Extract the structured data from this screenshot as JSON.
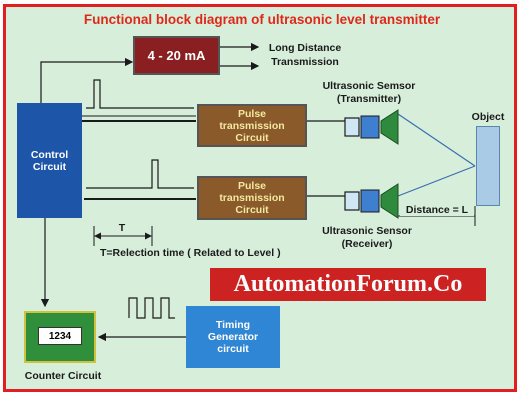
{
  "title": "Functional block diagram of ultrasonic level transmitter",
  "blocks": {
    "current_loop": "4 - 20 mA",
    "control_circuit": "Control Circuit",
    "pulse_tx": "Pulse transmission Circuit",
    "pulse_rx": "Pulse transmission Circuit",
    "timing_generator": "Timing Generator circuit",
    "counter_display": "1234",
    "counter_label": "Counter Circuit",
    "object": "Object"
  },
  "labels": {
    "long_distance": "Long Distance",
    "transmission": "Transmission",
    "sensor_tx_line1": "Ultrasonic Semsor",
    "sensor_tx_line2": "(Transmitter)",
    "sensor_rx_line1": "Ultrasonic Sensor",
    "sensor_rx_line2": "(Receiver)",
    "distance": "Distance = L",
    "t": "T",
    "relection_time": "T=Relection time ( Related to Level )"
  },
  "watermark": "AutomationForum.Co",
  "colors": {
    "background": "#d7eedb",
    "border": "#e02020",
    "title": "#e0281a",
    "control": "#1d55a8",
    "pulse_box": "#8a5a2a",
    "current_box": "#8a1f22",
    "timing_box": "#2f86d4",
    "counter_box": "#2f8f3a",
    "object": "#a9cbe6",
    "transducer": "#2e8b3d"
  }
}
